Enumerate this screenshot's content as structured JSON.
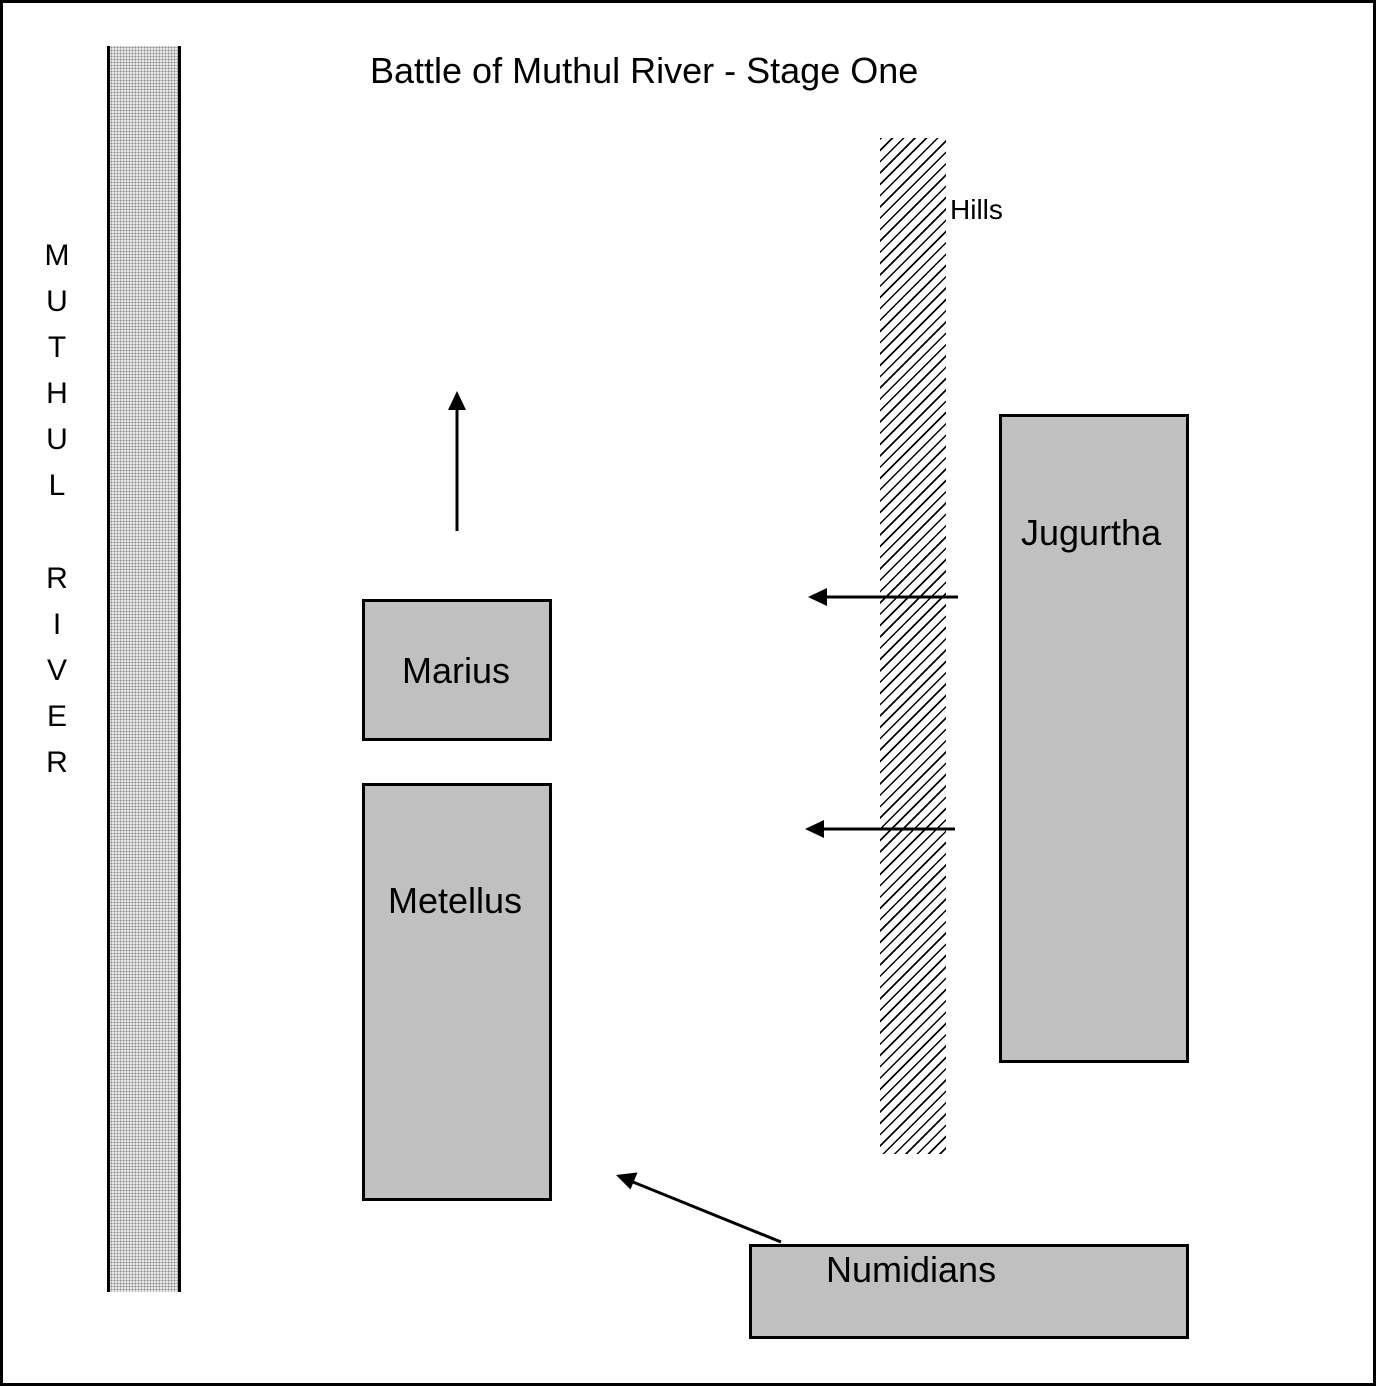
{
  "title": "Battle of Muthul River - Stage One",
  "river": {
    "letters": [
      "M",
      "U",
      "T",
      "H",
      "U",
      "L",
      "R",
      "I",
      "V",
      "E",
      "R"
    ]
  },
  "hills": {
    "label": "Hills"
  },
  "units": {
    "marius": "Marius",
    "metellus": "Metellus",
    "jugurtha": "Jugurtha",
    "numidians": "Numidians"
  },
  "colors": {
    "unit_fill": "#c0c0c0",
    "outline": "#000000"
  }
}
